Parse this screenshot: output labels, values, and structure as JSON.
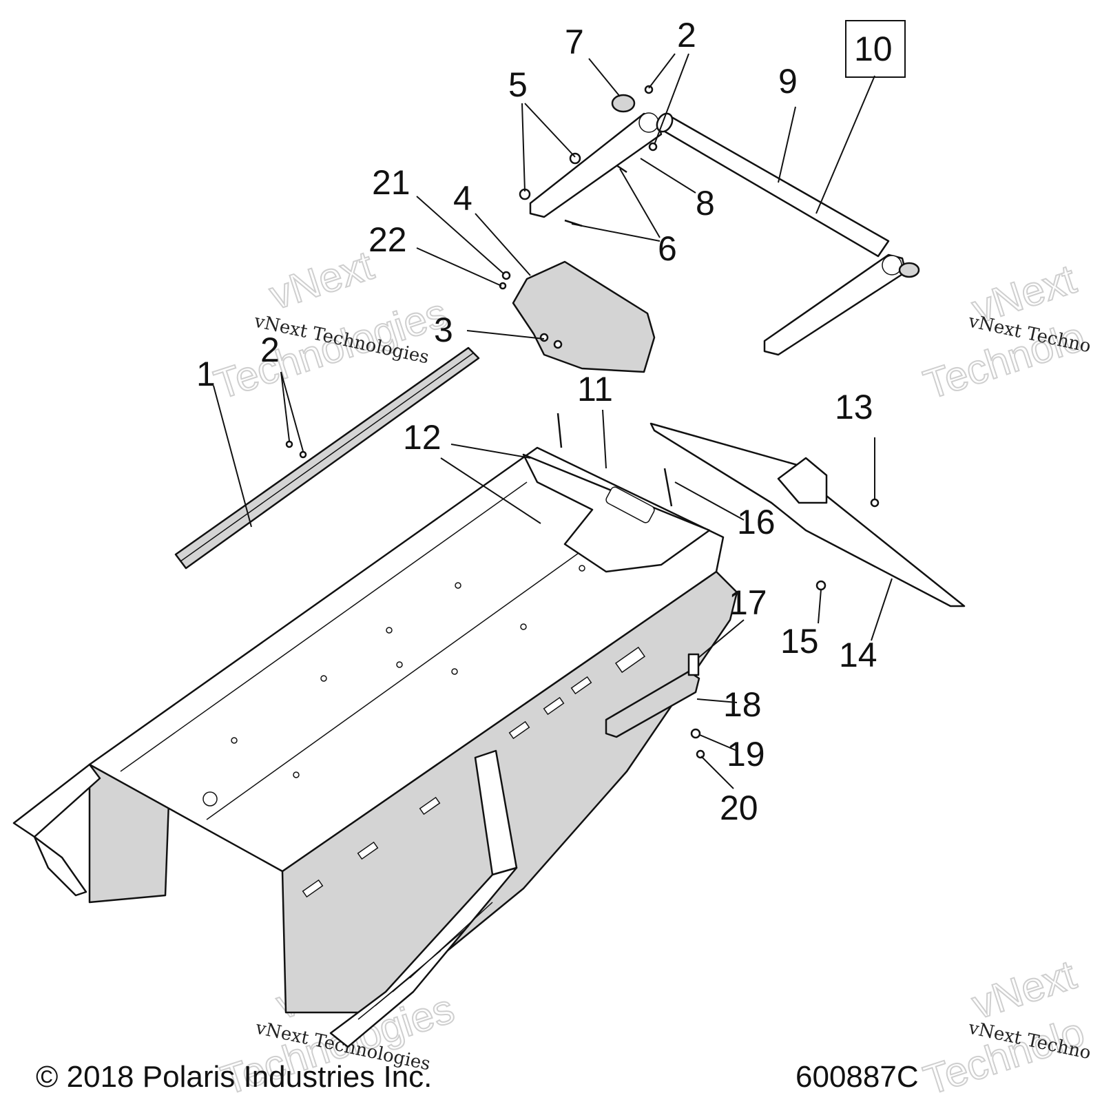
{
  "callouts": {
    "c1": "1",
    "c2a": "2",
    "c2b": "2",
    "c3": "3",
    "c4": "4",
    "c5": "5",
    "c6": "6",
    "c7": "7",
    "c8": "8",
    "c9": "9",
    "c10": "10",
    "c11": "11",
    "c12": "12",
    "c13": "13",
    "c14": "14",
    "c15": "15",
    "c16": "16",
    "c17": "17",
    "c18": "18",
    "c19": "19",
    "c20": "20",
    "c21": "21",
    "c22": "22"
  },
  "watermark": {
    "line1": "vNext Technologies",
    "big_top": "vNext",
    "big_bottom": "Technologies",
    "line1_right": "vNext Techno",
    "big_top_right": "vNext",
    "big_bottom_right": "Technolo"
  },
  "footer": {
    "copyright": "© 2018 Polaris Industries Inc.",
    "diagram_id": "600887C"
  }
}
